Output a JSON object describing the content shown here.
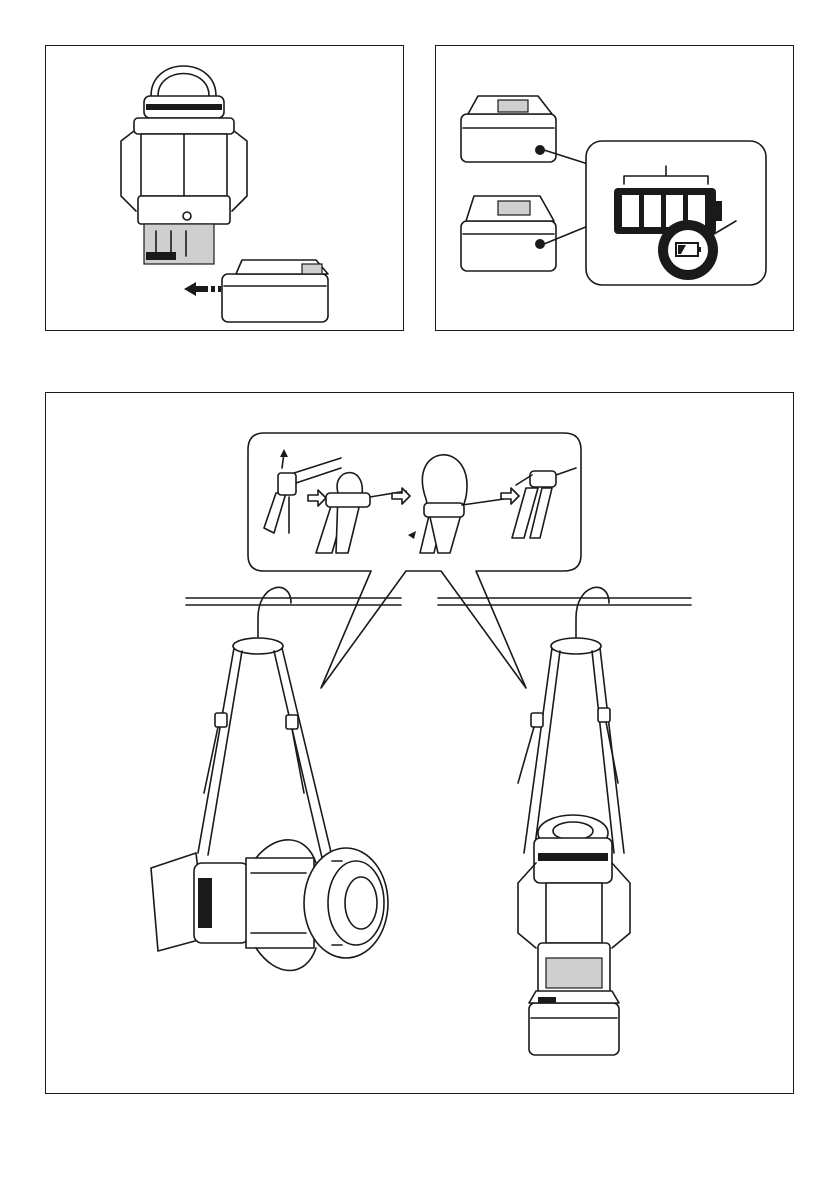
{
  "figures": [
    {
      "id": "fig1",
      "icons": [
        "lantern-icon",
        "battery-cartridge-icon",
        "insert-arrow-icon"
      ]
    },
    {
      "id": "fig2",
      "icons": [
        "battery-cartridge-icon",
        "battery-indicator-icon",
        "low-battery-icon"
      ]
    },
    {
      "id": "fig3",
      "icons": [
        "strap-buckle-step-icon",
        "hanging-hook-icon",
        "lantern-hanging-horizontal-icon",
        "lantern-hanging-vertical-icon"
      ]
    }
  ],
  "colors": {
    "line": "#1a1a1a",
    "fill": "#ffffff",
    "shade": "#cfcfcf"
  }
}
